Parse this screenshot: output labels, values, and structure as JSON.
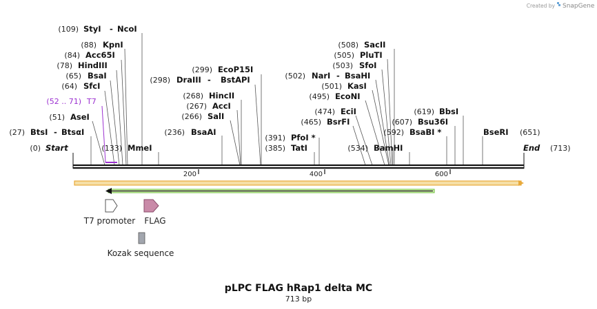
{
  "credit": {
    "created_by": "Created by",
    "brand": "SnapGene"
  },
  "title": "pLPC FLAG hRap1 delta MC",
  "subtitle": "713 bp",
  "backbone": {
    "start_num": "(0)",
    "start": "Start",
    "end": "End",
    "end_num": "(713)"
  },
  "scale_ticks": [
    {
      "bp": 200,
      "label": "200"
    },
    {
      "bp": 400,
      "label": "400"
    },
    {
      "bp": 600,
      "label": "600"
    }
  ],
  "sites": [
    {
      "num": "(109)",
      "name": "StyI",
      "name2": "NcoI"
    },
    {
      "num": "(88)",
      "name": "KpnI"
    },
    {
      "num": "(84)",
      "name": "Acc65I"
    },
    {
      "num": "(78)",
      "name": "HindIII"
    },
    {
      "num": "(65)",
      "name": "BsaI"
    },
    {
      "num": "(64)",
      "name": "SfcI"
    },
    {
      "num": "(51)",
      "name": "AseI"
    },
    {
      "num": "(27)",
      "name": "BtsI",
      "name2": "BtsαI"
    },
    {
      "num": "(133)",
      "name": "MmeI"
    },
    {
      "num": "(299)",
      "name": "EcoP15I"
    },
    {
      "num": "(298)",
      "name": "DraIII",
      "name2": "BstAPI"
    },
    {
      "num": "(268)",
      "name": "HincII"
    },
    {
      "num": "(267)",
      "name": "AccI"
    },
    {
      "num": "(266)",
      "name": "SalI"
    },
    {
      "num": "(236)",
      "name": "BsaAI"
    },
    {
      "num": "(391)",
      "name": "PfoI *"
    },
    {
      "num": "(385)",
      "name": "TatI"
    },
    {
      "num": "(508)",
      "name": "SacII"
    },
    {
      "num": "(505)",
      "name": "PluTI"
    },
    {
      "num": "(503)",
      "name": "SfoI"
    },
    {
      "num": "(502)",
      "name": "NarI",
      "name2": "BsaHI"
    },
    {
      "num": "(501)",
      "name": "KasI"
    },
    {
      "num": "(495)",
      "name": "EcoNI"
    },
    {
      "num": "(474)",
      "name": "EciI"
    },
    {
      "num": "(465)",
      "name": "BsrFI"
    },
    {
      "num": "(534)",
      "name": "BamHI"
    },
    {
      "num": "(619)",
      "name": "BbsI"
    },
    {
      "num": "(607)",
      "name": "Bsu36I"
    },
    {
      "num": "(592)",
      "name": "BsaBI *"
    },
    {
      "name": "BseRI",
      "num": "(651)"
    }
  ],
  "primer": {
    "range": "(52 .. 71)",
    "name": "T7"
  },
  "features": {
    "t7_promoter": "T7 promoter",
    "flag": "FLAG",
    "kozak": "Kozak sequence"
  },
  "colors": {
    "primer": "#9b30d0",
    "orange_orf": "#e8a93a",
    "orange_fill": "#f6dfa6",
    "green_orf": "#6cbf3a",
    "green_fill": "#d4f0b4",
    "flag": "#c98aa8",
    "kozak": "#a2a6ae"
  }
}
